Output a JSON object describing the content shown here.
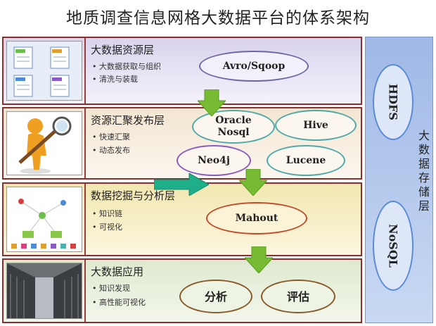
{
  "title": "地质调查信息网格大数据平台的体系架构",
  "layers": [
    {
      "name": "大数据资源层",
      "bullets": [
        "• 大数据获取与组织",
        "• 清洗与装载"
      ],
      "tools": [
        "Avro/Sqoop"
      ]
    },
    {
      "name": "资源汇聚发布层",
      "bullets": [
        "• 快速汇聚",
        "• 动态发布"
      ],
      "tools": [
        "Oracle\nNosql",
        "Hive",
        "Neo4j",
        "Lucene"
      ]
    },
    {
      "name": "数据挖掘与分析层",
      "bullets": [
        "• 知识链",
        "• 可视化"
      ],
      "tools": [
        "Mahout"
      ]
    },
    {
      "name": "大数据应用",
      "bullets": [
        "• 知识发现",
        "• 高性能可视化"
      ],
      "tools": [
        "分析",
        "评估"
      ]
    }
  ],
  "storage": {
    "label": "大数据存储层",
    "items": [
      "HDFS",
      "NoSQL"
    ]
  },
  "colors": {
    "layer_border": "#8a2e2e",
    "arrow_green": "#77bb33",
    "arrow_teal": "#1fae8a",
    "oval_red": "#c24a2a",
    "oval_teal": "#4fa9a8",
    "oval_blue": "#5a8bd8"
  }
}
